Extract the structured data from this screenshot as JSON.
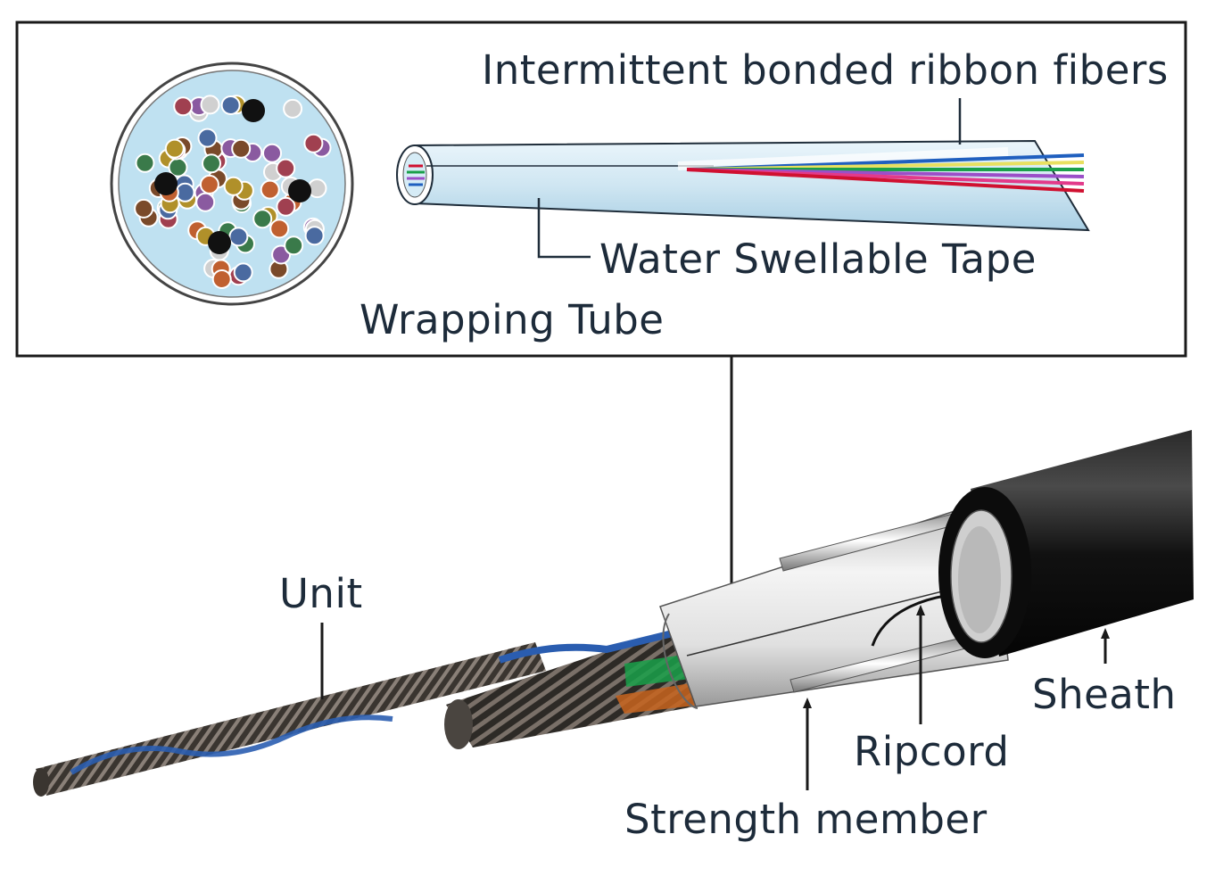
{
  "labels": {
    "ribbon": "Intermittent bonded ribbon fibers",
    "tape": "Water Swellable Tape",
    "wrap": "Wrapping Tube",
    "unit": "Unit",
    "sheath": "Sheath",
    "ripcord": "Ripcord",
    "strength": "Strength member"
  },
  "colors": {
    "text": "#1d2b3a",
    "frame": "#1a1a1a",
    "tube_fill": "#cfe6f2",
    "sheath": "#111111",
    "unit_wire": "#4a4540",
    "unit_blue": "#2a5db0",
    "fiber_colors": [
      "#1f5fbf",
      "#e8e060",
      "#1aa04a",
      "#9b4fc8",
      "#e23a8a",
      "#d01030"
    ]
  }
}
